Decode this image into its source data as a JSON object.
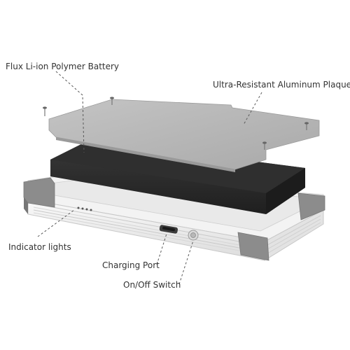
{
  "callouts": {
    "battery": "Flux Li-ion Polymer Battery",
    "plaque": "Ultra-Resistant Aluminum Plaque",
    "indicator": "Indicator lights",
    "charging": "Charging Port",
    "switch": "On/Off Switch"
  },
  "colors": {
    "plaque": "#b8b8b8",
    "battery": "#2b2b2b",
    "case": "#f2f2f2",
    "corner_caps": "#8a8a8a",
    "text": "#333333",
    "leader": "#5a5a5a"
  }
}
